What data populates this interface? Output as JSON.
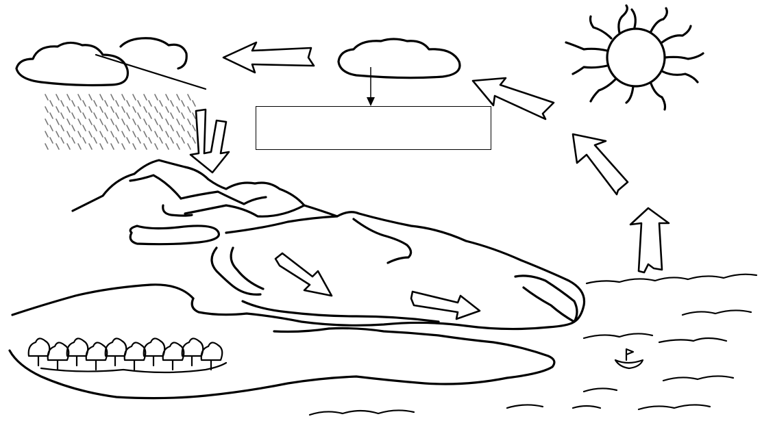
{
  "diagram": {
    "type": "water-cycle-illustration",
    "label_box": {
      "text": ""
    },
    "elements": [
      "sun-icon",
      "cloud-icon",
      "rain-icon",
      "mountain",
      "river",
      "lake",
      "ocean",
      "trees",
      "boat-icon"
    ],
    "arrow_count": 7
  }
}
